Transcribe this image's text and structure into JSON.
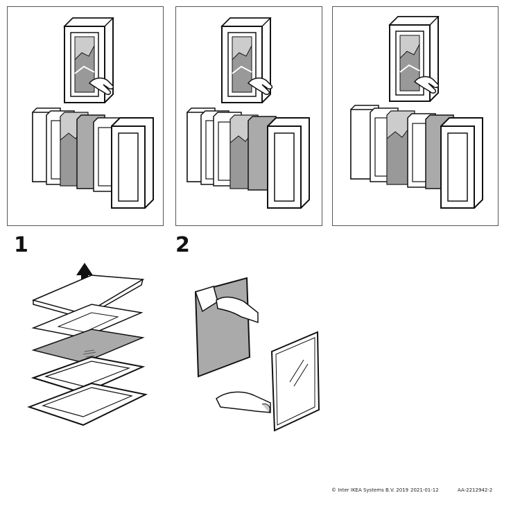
{
  "steps": [
    {
      "number": "1"
    },
    {
      "number": "2"
    }
  ],
  "footer": {
    "copyright": "© Inter IKEA Systems B.V. 2019",
    "date": "2021-01-12",
    "doc_id": "AA-2212942-2"
  }
}
